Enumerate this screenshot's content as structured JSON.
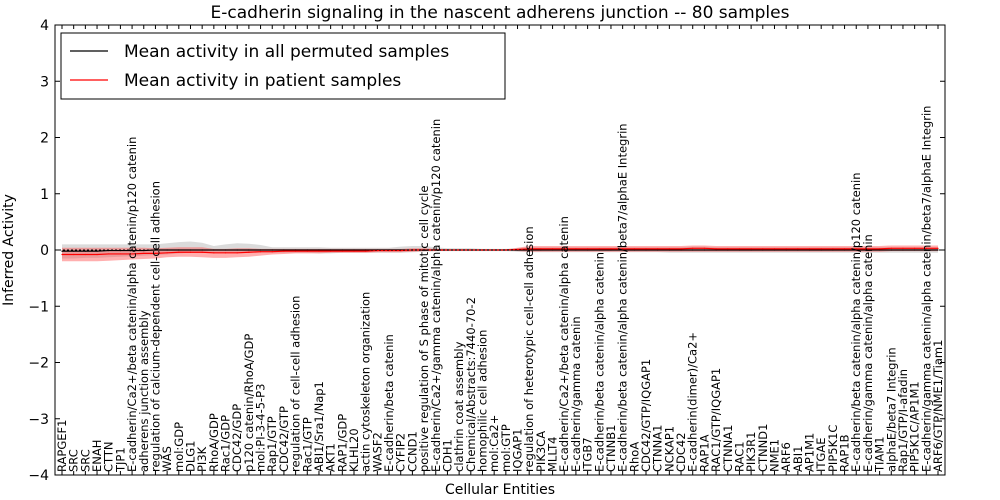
{
  "chart_data": {
    "type": "line",
    "title": "E-cadherin signaling in the nascent adherens junction -- 80 samples",
    "xlabel": "Cellular Entities",
    "ylabel": "Inferred Activity",
    "ylim": [
      -4,
      4
    ],
    "yticks": [
      -4,
      -3,
      -2,
      -1,
      0,
      1,
      2,
      3,
      4
    ],
    "ytick_labels": [
      "−4",
      "−3",
      "−2",
      "−1",
      "0",
      "1",
      "2",
      "3",
      "4"
    ],
    "grid": false,
    "legend_position": "top-left",
    "categories": [
      "RAPGEF1",
      "SRC",
      "SRC",
      "ENAH",
      "CTTN",
      "TJP1",
      "E-cadherin/Ca2+/beta catenin/alpha catenin/p120 catenin",
      "adherens junction assembly",
      "regulation of calcium-dependent cell-cell adhesion",
      "WAS",
      "mol:GDP",
      "DLG1",
      "PI3K",
      "RhoA/GDP",
      "Rac1/GDP",
      "CDC42/GDP",
      "p120 catenin/RhoA/GDP",
      "mol:PI-3-4-5-P3",
      "Rap1/GTP",
      "CDC42/GTP",
      "regulation of cell-cell adhesion",
      "Rac1/GTP",
      "ABI1/Sra1/Nap1",
      "AKT1",
      "RAP1/GDP",
      "KLHL20",
      "actin cytoskeleton organization",
      "WASF2",
      "E-cadherin/beta catenin",
      "CYFIP2",
      "CCND1",
      "positive regulation of S phase of mitotic cell cycle",
      "E-cadherin/Ca2+/gamma catenin/alpha catenin/p120 catenin",
      "CDH1",
      "clathrin coat assembly",
      "Chemical/Abstracts:7440-70-2",
      "homophilic cell adhesion",
      "mol:Ca2+",
      "mol:GTP",
      "IQGAP1",
      "regulation of heterotypic cell-cell adhesion",
      "PIK3CA",
      "MLLT4",
      "E-cadherin/Ca2+/beta catenin/alpha catenin",
      "E-cadherin/gamma catenin",
      "ITGB7",
      "E-cadherin/beta catenin/alpha catenin",
      "CTNNB1",
      "E-cadherin/beta catenin/alpha catenin/beta7/alphaE Integrin",
      "RhoA",
      "CDC42/GTP/IQGAP1",
      "CTNNA1",
      "NCKAP1",
      "CDC42",
      "E-cadherin(dimer)/Ca2+",
      "RAP1A",
      "RAC1/GTP/IQGAP1",
      "CTNNA1",
      "RAC1",
      "PIK3R1",
      "CTNND1",
      "NME1",
      "ARF6",
      "ABI1",
      "AP1M1",
      "ITGAE",
      "PIP5K1C",
      "RAP1B",
      "E-cadherin/beta catenin/alpha catenin/p120 catenin",
      "E-cadherin/gamma catenin/alpha catenin",
      "TIAM1",
      "alphaE/beta7 Integrin",
      "Rap1/GTP/I-afadin",
      "PIP5K1C/AP1M1",
      "E-cadherin/gamma catenin/alpha catenin/beta7/alphaE Integrin",
      "ARF6/GTP/NME1/Tiam1"
    ],
    "series": [
      {
        "name": "Mean activity in all permuted samples",
        "color": "#000000",
        "band_color": "#999999",
        "values": [
          -0.02,
          -0.02,
          -0.02,
          -0.02,
          -0.01,
          -0.01,
          -0.01,
          -0.01,
          0.0,
          0.0,
          0.0,
          0.0,
          0.0,
          0.0,
          0.0,
          0.0,
          0.0,
          0.0,
          0.0,
          0.0,
          0.0,
          0.0,
          0.0,
          0.0,
          0.0,
          0.0,
          0.0,
          0.0,
          0.0,
          0.0,
          0.0,
          0.0,
          0.0,
          0.0,
          0.0,
          0.0,
          0.0,
          0.0,
          0.0,
          0.0,
          0.0,
          0.0,
          0.0,
          0.0,
          0.0,
          0.0,
          0.0,
          0.0,
          0.0,
          0.0,
          0.0,
          0.0,
          0.0,
          0.0,
          0.0,
          0.0,
          0.0,
          0.0,
          0.0,
          0.0,
          0.0,
          0.0,
          0.0,
          0.0,
          0.0,
          0.0,
          0.0,
          0.0,
          0.0,
          0.0,
          0.0,
          0.0,
          0.0,
          0.0,
          0.0,
          0.0
        ],
        "lower": [
          -0.15,
          -0.15,
          -0.14,
          -0.14,
          -0.13,
          -0.12,
          -0.11,
          -0.1,
          -0.09,
          -0.08,
          -0.06,
          -0.05,
          -0.05,
          -0.06,
          -0.06,
          -0.06,
          -0.05,
          -0.05,
          -0.05,
          -0.05,
          -0.05,
          -0.05,
          -0.06,
          -0.06,
          -0.05,
          -0.05,
          -0.05,
          -0.05,
          -0.05,
          -0.05,
          -0.04,
          -0.03,
          -0.02,
          -0.02,
          -0.02,
          -0.02,
          -0.02,
          -0.02,
          -0.02,
          -0.03,
          -0.04,
          -0.04,
          -0.04,
          -0.04,
          -0.04,
          -0.04,
          -0.04,
          -0.04,
          -0.04,
          -0.04,
          -0.04,
          -0.04,
          -0.05,
          -0.05,
          -0.05,
          -0.05,
          -0.05,
          -0.05,
          -0.05,
          -0.05,
          -0.05,
          -0.05,
          -0.05,
          -0.05,
          -0.05,
          -0.05,
          -0.05,
          -0.05,
          -0.05,
          -0.05,
          -0.05,
          -0.05,
          -0.05,
          -0.05,
          -0.05,
          -0.05
        ],
        "upper": [
          0.1,
          0.1,
          0.1,
          0.1,
          0.1,
          0.1,
          0.1,
          0.1,
          0.1,
          0.12,
          0.14,
          0.15,
          0.13,
          0.07,
          0.1,
          0.12,
          0.11,
          0.09,
          0.05,
          0.05,
          0.05,
          0.05,
          0.05,
          0.04,
          0.04,
          0.04,
          0.04,
          0.04,
          0.04,
          0.06,
          0.07,
          0.07,
          0.05,
          0.03,
          0.03,
          0.03,
          0.02,
          0.02,
          0.02,
          0.03,
          0.05,
          0.05,
          0.05,
          0.05,
          0.05,
          0.05,
          0.05,
          0.05,
          0.05,
          0.05,
          0.05,
          0.05,
          0.05,
          0.05,
          0.06,
          0.06,
          0.05,
          0.05,
          0.05,
          0.05,
          0.05,
          0.05,
          0.05,
          0.05,
          0.05,
          0.05,
          0.05,
          0.05,
          0.05,
          0.05,
          0.05,
          0.05,
          0.05,
          0.05,
          0.05,
          0.05
        ]
      },
      {
        "name": "Mean activity in patient samples",
        "color": "#ff0000",
        "band_color": "#ff4d4d",
        "values": [
          -0.08,
          -0.08,
          -0.08,
          -0.08,
          -0.07,
          -0.07,
          -0.07,
          -0.06,
          -0.06,
          -0.05,
          -0.04,
          -0.04,
          -0.04,
          -0.05,
          -0.05,
          -0.05,
          -0.04,
          -0.03,
          -0.03,
          -0.02,
          -0.02,
          -0.02,
          -0.02,
          -0.02,
          -0.02,
          -0.02,
          -0.02,
          -0.01,
          -0.01,
          -0.01,
          0.0,
          0.0,
          0.0,
          0.0,
          0.0,
          0.0,
          0.0,
          0.0,
          0.0,
          0.01,
          0.02,
          0.02,
          0.02,
          0.02,
          0.02,
          0.02,
          0.02,
          0.02,
          0.02,
          0.02,
          0.02,
          0.02,
          0.02,
          0.02,
          0.03,
          0.03,
          0.02,
          0.02,
          0.02,
          0.02,
          0.02,
          0.02,
          0.02,
          0.02,
          0.02,
          0.02,
          0.02,
          0.02,
          0.02,
          0.02,
          0.02,
          0.03,
          0.03,
          0.03,
          0.03,
          0.03
        ],
        "lower": [
          -0.2,
          -0.2,
          -0.2,
          -0.2,
          -0.19,
          -0.18,
          -0.17,
          -0.16,
          -0.15,
          -0.13,
          -0.12,
          -0.12,
          -0.13,
          -0.14,
          -0.14,
          -0.13,
          -0.12,
          -0.1,
          -0.08,
          -0.07,
          -0.06,
          -0.06,
          -0.06,
          -0.05,
          -0.05,
          -0.05,
          -0.05,
          -0.04,
          -0.04,
          -0.04,
          -0.03,
          -0.02,
          -0.02,
          -0.01,
          -0.01,
          -0.01,
          -0.01,
          -0.01,
          -0.01,
          -0.02,
          -0.03,
          -0.03,
          -0.03,
          -0.03,
          -0.03,
          -0.03,
          -0.03,
          -0.03,
          -0.03,
          -0.03,
          -0.03,
          -0.03,
          -0.03,
          -0.03,
          -0.03,
          -0.03,
          -0.03,
          -0.03,
          -0.03,
          -0.03,
          -0.03,
          -0.03,
          -0.03,
          -0.03,
          -0.03,
          -0.03,
          -0.03,
          -0.03,
          -0.03,
          -0.03,
          -0.03,
          -0.02,
          -0.02,
          -0.02,
          -0.02,
          -0.02
        ],
        "upper": [
          0.04,
          0.04,
          0.04,
          0.04,
          0.04,
          0.04,
          0.04,
          0.04,
          0.03,
          0.04,
          0.05,
          0.05,
          0.05,
          0.02,
          0.02,
          0.03,
          0.03,
          0.02,
          0.02,
          0.02,
          0.02,
          0.02,
          0.02,
          0.02,
          0.02,
          0.02,
          0.02,
          0.02,
          0.02,
          0.02,
          0.03,
          0.03,
          0.02,
          0.01,
          0.01,
          0.01,
          0.01,
          0.01,
          0.01,
          0.04,
          0.07,
          0.07,
          0.07,
          0.07,
          0.07,
          0.07,
          0.07,
          0.07,
          0.07,
          0.07,
          0.07,
          0.07,
          0.07,
          0.07,
          0.08,
          0.08,
          0.07,
          0.07,
          0.07,
          0.07,
          0.07,
          0.07,
          0.07,
          0.07,
          0.07,
          0.07,
          0.07,
          0.07,
          0.07,
          0.07,
          0.07,
          0.08,
          0.08,
          0.08,
          0.08,
          0.08
        ]
      }
    ]
  }
}
